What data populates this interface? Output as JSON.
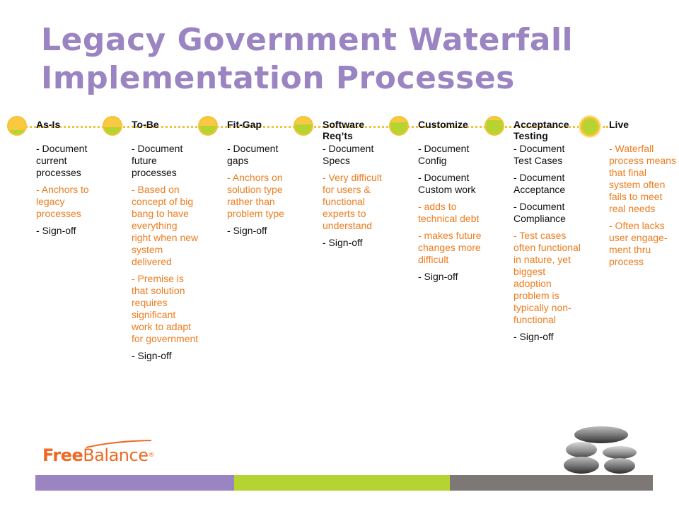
{
  "title": "Legacy Government Waterfall Implementation Processes",
  "colors": {
    "title": "#9b84c2",
    "orange_text": "#ee7d1f",
    "circle_yellow": "#f9c941",
    "circle_green": "#b6d431",
    "bar_purple": "#9b84c2",
    "bar_green": "#b6d431",
    "bar_gray": "#7d7776",
    "logo": "#ee6a24"
  },
  "phases": [
    {
      "name": "As-Is",
      "progress": 0.25,
      "items": [
        {
          "text": "- Document current processes",
          "style": "normal"
        },
        {
          "text": "- Anchors to legacy processes",
          "style": "orange"
        },
        {
          "text": "- Sign-off",
          "style": "normal"
        }
      ]
    },
    {
      "name": "To-Be",
      "progress": 0.4,
      "items": [
        {
          "text": "- Document future processes",
          "style": "normal"
        },
        {
          "text": "- Based on concept of big bang to have everything right when new system delivered",
          "style": "orange"
        },
        {
          "text": "- Premise is that solution requires significant work to adapt for government",
          "style": "orange"
        },
        {
          "text": "- Sign-off",
          "style": "normal"
        }
      ]
    },
    {
      "name": "Fit-Gap",
      "progress": 0.5,
      "items": [
        {
          "text": "- Document gaps",
          "style": "normal"
        },
        {
          "text": "- Anchors on solution type rather than problem type",
          "style": "orange"
        },
        {
          "text": "- Sign-off",
          "style": "normal"
        }
      ]
    },
    {
      "name": "Software Req’ts",
      "progress": 0.6,
      "items": [
        {
          "text": "- Document Specs",
          "style": "normal"
        },
        {
          "text": "- Very difficult for users & functional experts to understand",
          "style": "orange"
        },
        {
          "text": "- Sign-off",
          "style": "normal"
        }
      ]
    },
    {
      "name": "Customize",
      "progress": 0.72,
      "items": [
        {
          "text": "- Document Config",
          "style": "normal"
        },
        {
          "text": "- Document Custom work",
          "style": "normal"
        },
        {
          "text": "- adds to technical debt",
          "style": "orange"
        },
        {
          "text": "- makes future changes more difficult",
          "style": "orange"
        },
        {
          "text": "- Sign-off",
          "style": "normal"
        }
      ]
    },
    {
      "name": "Acceptance Testing",
      "progress": 0.85,
      "items": [
        {
          "text": "- Document Test Cases",
          "style": "normal"
        },
        {
          "text": "- Document Acceptance",
          "style": "normal"
        },
        {
          "text": "- Document Compliance",
          "style": "normal"
        },
        {
          "text": "- Test cases often functional in nature, yet biggest adoption problem is typically non-functional",
          "style": "orange"
        },
        {
          "text": "- Sign-off",
          "style": "normal"
        }
      ]
    },
    {
      "name": "Live",
      "progress": 1.0,
      "items": [
        {
          "text": "- Waterfall process means that final system often fails to meet real needs",
          "style": "orange"
        },
        {
          "text": "- Often lacks user engage-ment thru process",
          "style": "orange"
        }
      ]
    }
  ],
  "logo": {
    "part1": "Free",
    "part2": "Balance",
    "mark": "®"
  }
}
